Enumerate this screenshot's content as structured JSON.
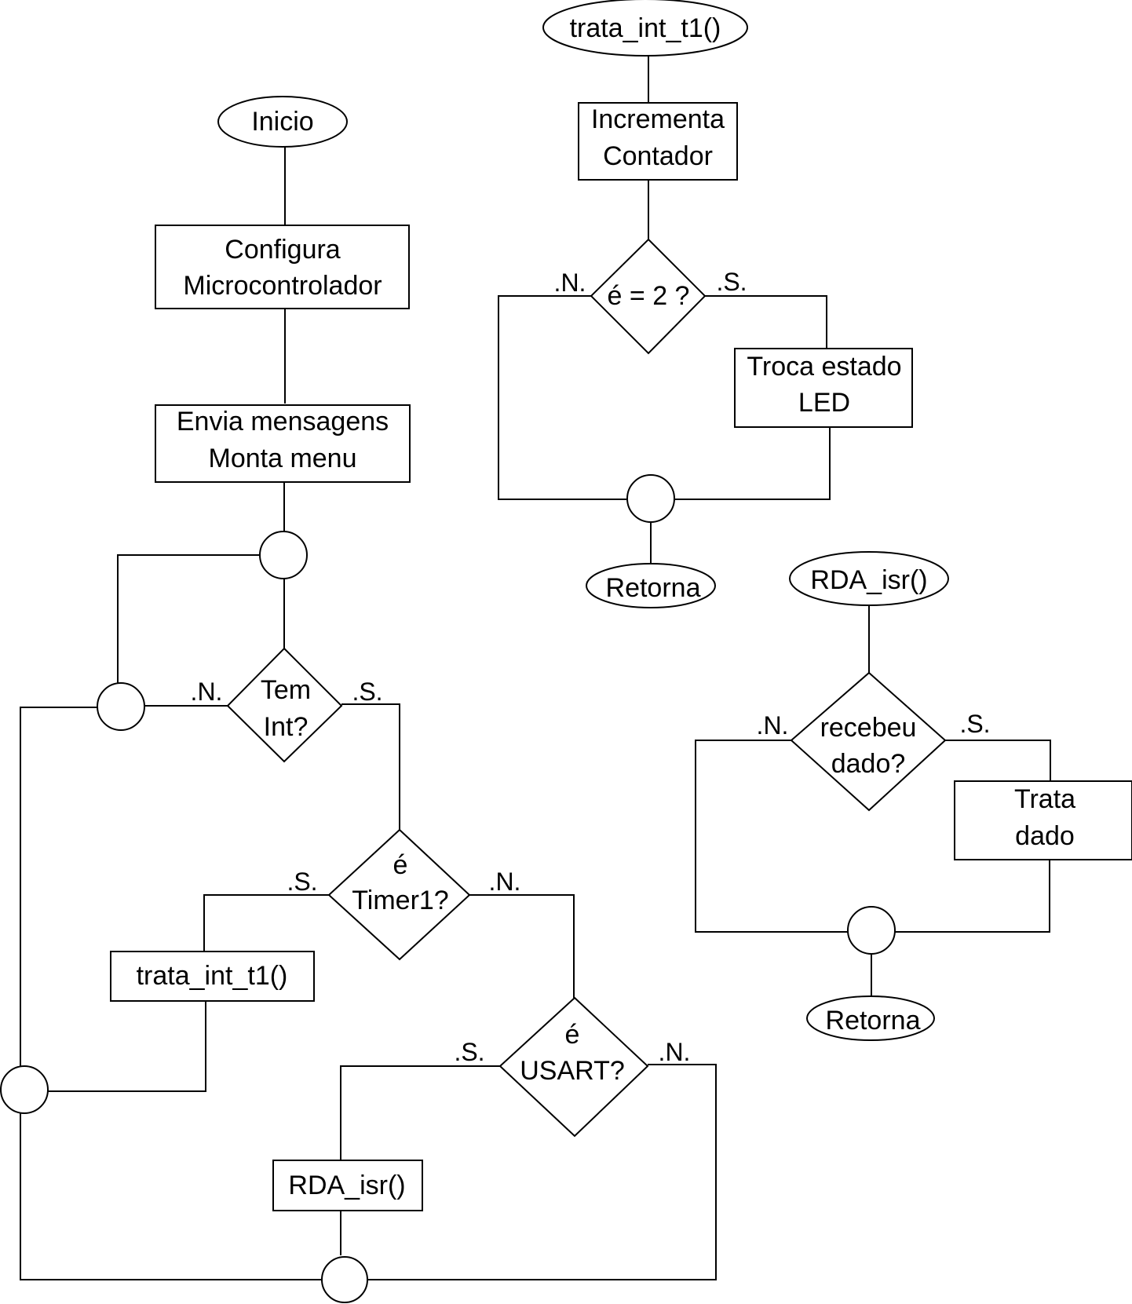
{
  "main": {
    "start": "Inicio",
    "configure": [
      "Configura",
      "Microcontrolador"
    ],
    "messages": [
      "Envia mensagens",
      "Monta menu"
    ],
    "tem_int": [
      "Tem",
      "Int?"
    ],
    "timer1": [
      "é",
      "Timer1?"
    ],
    "trata_call": "trata_int_t1()",
    "usart": [
      "é",
      "USART?"
    ],
    "rda_call": "RDA_isr()"
  },
  "timer_isr": {
    "title": "trata_int_t1()",
    "increment": [
      "Incrementa",
      "Contador"
    ],
    "decision": "é = 2 ?",
    "toggle": [
      "Troca estado",
      "LED"
    ],
    "return": "Retorna"
  },
  "rda_isr": {
    "title": "RDA_isr()",
    "decision": [
      "recebeu",
      "dado?"
    ],
    "process": [
      "Trata",
      "dado"
    ],
    "return": "Retorna"
  },
  "labels": {
    "yes": ".S.",
    "no": ".N."
  }
}
